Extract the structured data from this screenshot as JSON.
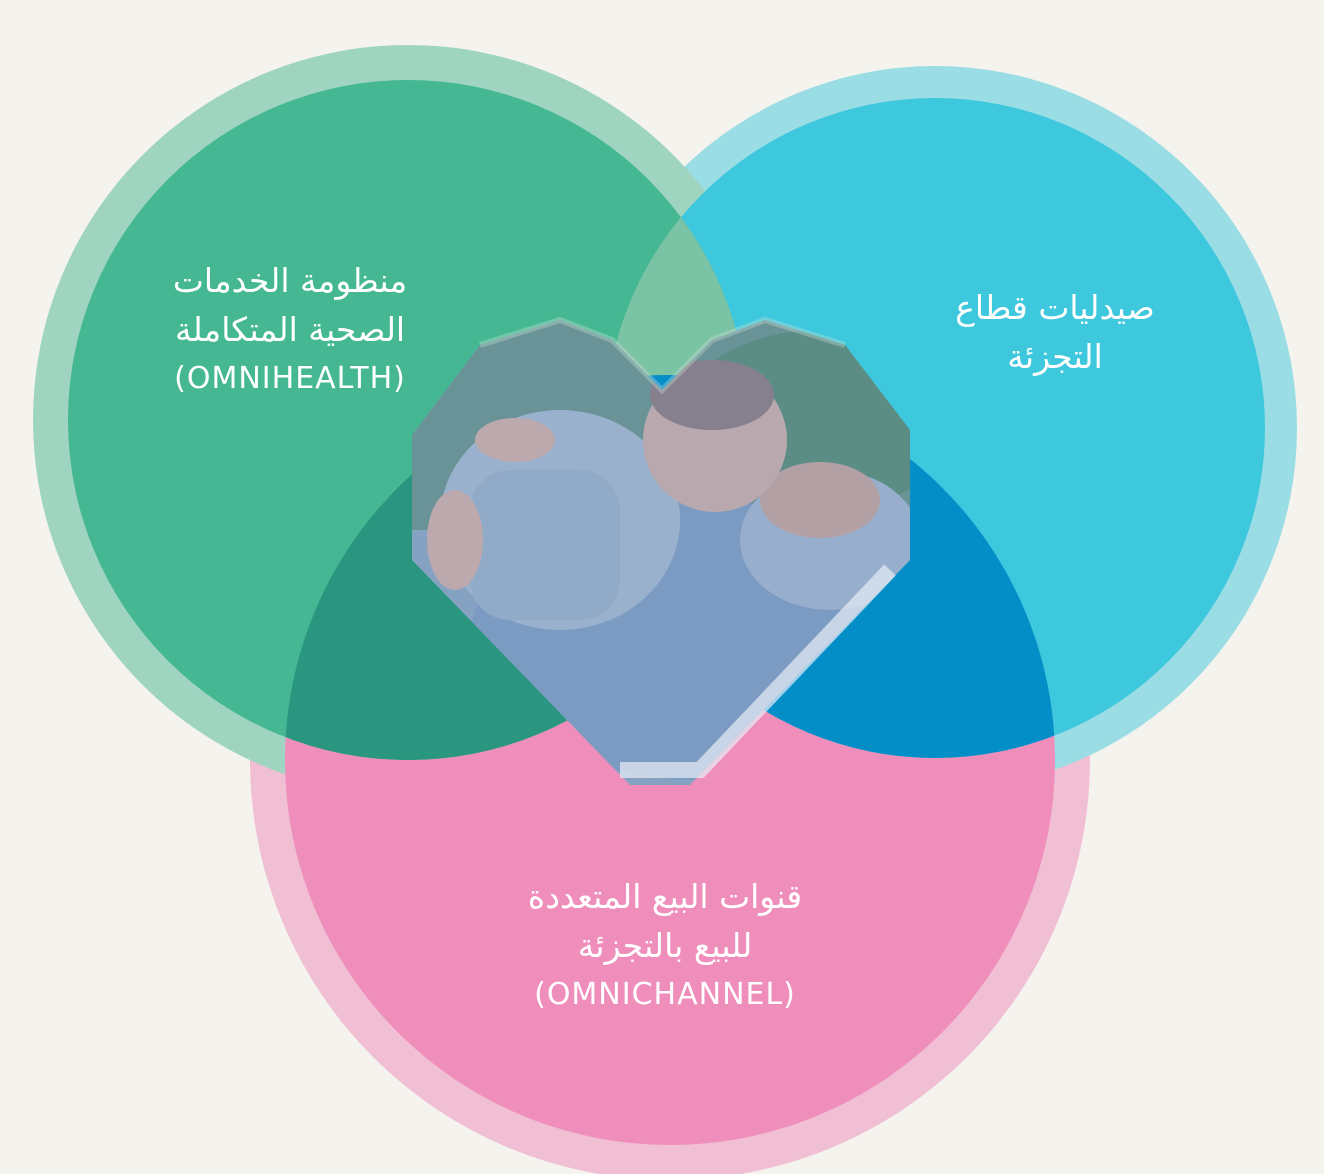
{
  "colors": {
    "background": "#f4f3ee",
    "green_ring": "#9fd4c1",
    "green_fill": "#45b893",
    "blue_ring": "#9adde4",
    "blue_fill": "#3ec8de",
    "pink_ring": "#f1bfd4",
    "pink_fill": "#ef8eba",
    "green_blue_overlap": "#7ac3a4",
    "green_pink_overlap": "#2a9680",
    "blue_pink_overlap": "#038ec8",
    "center_overlay": "#6f8fb5"
  },
  "circles": {
    "green": {
      "line1": "منظومة الخدمات",
      "line2": "الصحية المتكاملة",
      "line3": "(OMNIHEALTH)"
    },
    "blue": {
      "line1": "صيدليات قطاع",
      "line2": "التجزئة"
    },
    "pink": {
      "line1": "قنوات البيع المتعددة",
      "line2": "للبيع بالتجزئة",
      "line3": "(OMNICHANNEL)"
    }
  },
  "center_image": {
    "icon": "mother-and-baby-photo"
  }
}
